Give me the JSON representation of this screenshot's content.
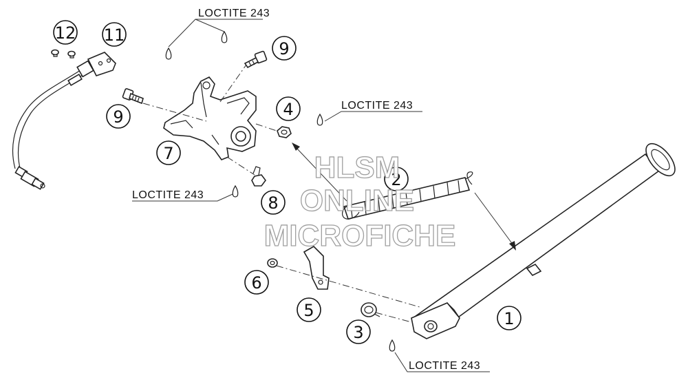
{
  "loctite_label": "LOCTITE 243",
  "callouts": [
    "1",
    "2",
    "3",
    "4",
    "5",
    "6",
    "7",
    "8",
    "9",
    "9",
    "11",
    "12"
  ],
  "watermark": {
    "line1": "HLSM",
    "line2": "ONLINE",
    "line3": "MICROFICHE"
  }
}
